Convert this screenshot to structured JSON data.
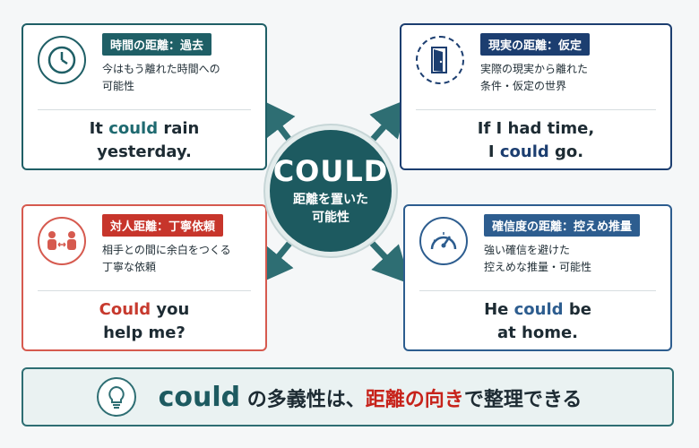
{
  "center": {
    "title": "COULD",
    "subtitle": "距離を置いた\n可能性"
  },
  "cards": {
    "past": {
      "tag": "時間の距離：過去",
      "desc": "今はもう離れた時間への\n可能性",
      "ex_before": "It ",
      "ex_could": "could",
      "ex_after": " rain",
      "ex_line2": "yesterday.",
      "icon": "clock-icon",
      "color": "#1f5f66"
    },
    "hypo": {
      "tag": "現実の距離：仮定",
      "desc": "実際の現実から離れた\n条件・仮定の世界",
      "ex_line1": "If I had time,",
      "ex_before": "I ",
      "ex_could": "could",
      "ex_after": " go.",
      "icon": "door-icon",
      "color": "#1c3e70"
    },
    "polite": {
      "tag": "対人距離：丁寧依頼",
      "desc": "相手との間に余白をつくる\n丁寧な依頼",
      "ex_could": "Could",
      "ex_after": " you",
      "ex_line2": "help me?",
      "icon": "people-icon",
      "color": "#d65a4f"
    },
    "guess": {
      "tag": "確信度の距離：控えめ推量",
      "desc": "強い確信を避けた\n控えめな推量・可能性",
      "ex_before": "He ",
      "ex_could": "could",
      "ex_after": " be",
      "ex_line2": "at home.",
      "icon": "gauge-icon",
      "color": "#2d5d8f"
    }
  },
  "footer": {
    "word": "could",
    "part1": " の多義性は、",
    "part2": "距離の向き",
    "part3": "で整理できる",
    "icon": "lightbulb-icon"
  }
}
